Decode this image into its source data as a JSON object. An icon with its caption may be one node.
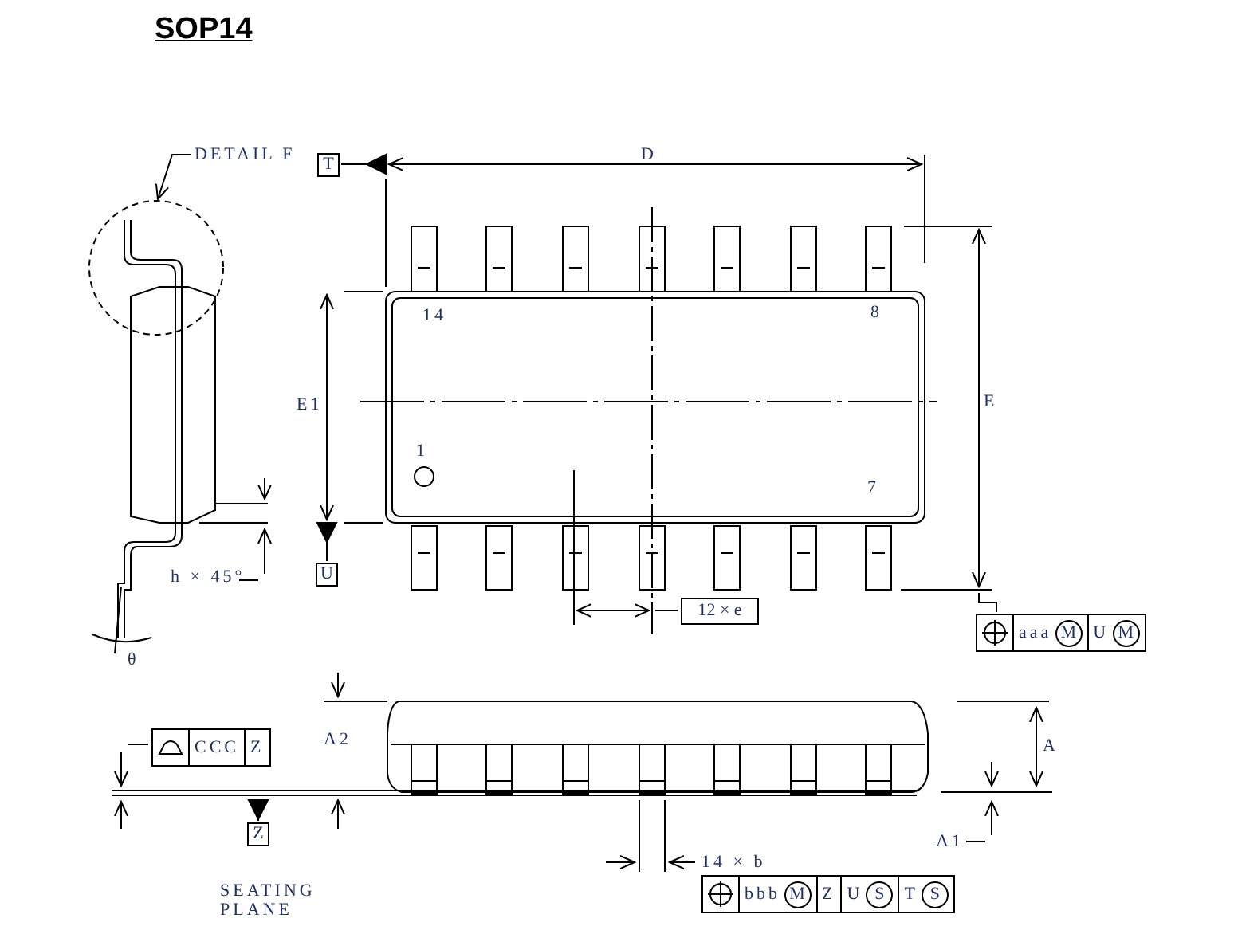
{
  "diagram": {
    "title": "SOP14",
    "nodes": [
      {
        "text": [
          "DETAIL F"
        ]
      },
      {
        "text": [],
        "shape": "circle"
      },
      {
        "text": [
          "T"
        ]
      },
      {
        "text": [
          "U"
        ]
      },
      {
        "text": [
          "12 × e"
        ]
      },
      {
        "text": [
          "aaa",
          "M",
          "U",
          "M"
        ]
      },
      {
        "text": [
          "CCC",
          "Z"
        ]
      },
      {
        "text": [
          "Z"
        ]
      },
      {
        "text": [
          "bbb",
          "M",
          "Z",
          "U",
          "S",
          "T",
          "S"
        ]
      }
    ],
    "edges": [
      {
        "from": 0,
        "to": 1,
        "arrow": "to"
      }
    ],
    "labels": [
      "D",
      "14",
      "8",
      "E1",
      "E",
      "1",
      "7",
      "h × 45°",
      "θ",
      "A2",
      "A",
      "A1",
      "14 × b",
      "SEATING PLANE"
    ]
  }
}
